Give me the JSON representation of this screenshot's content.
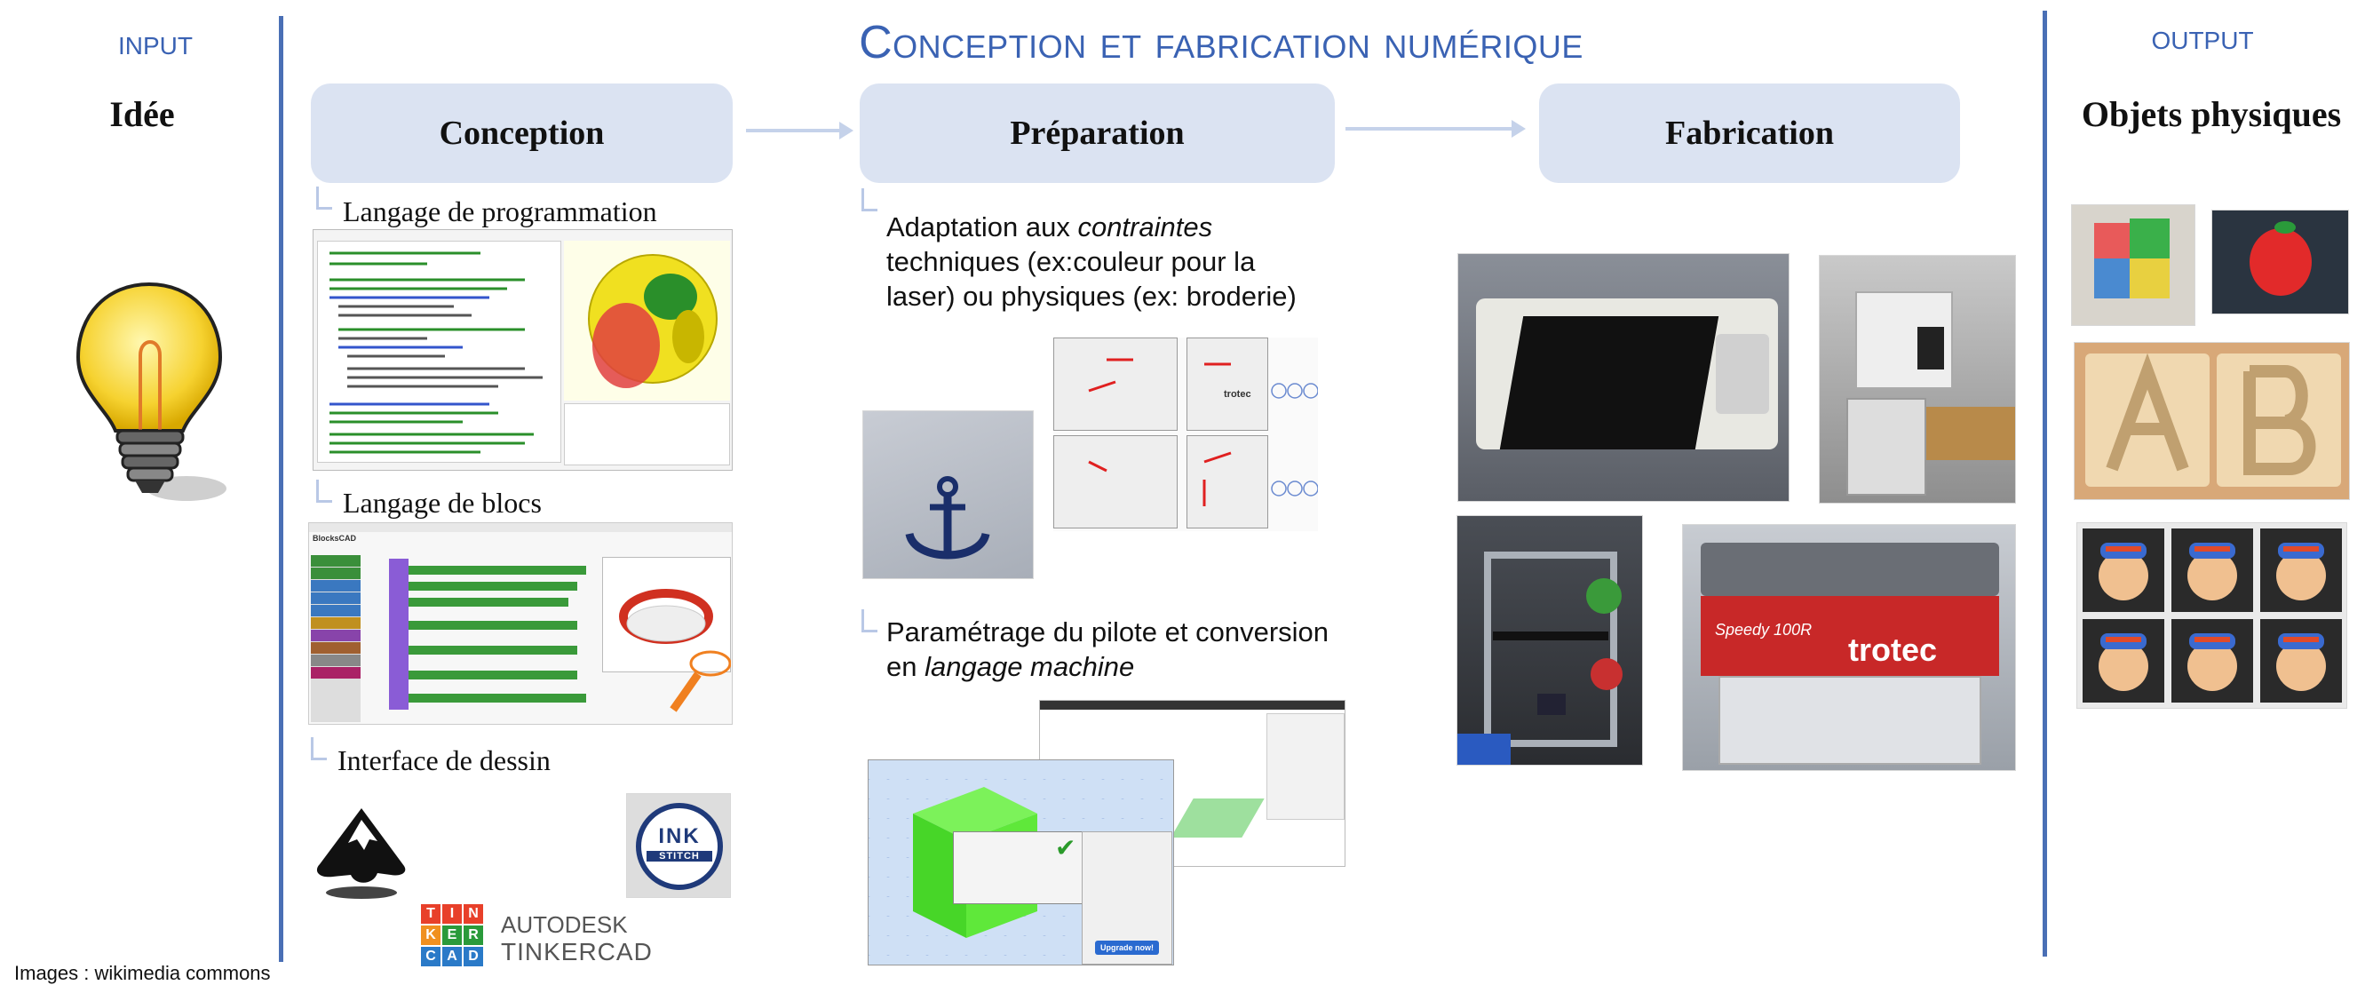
{
  "title": {
    "text": "Conception et fabrication numérique"
  },
  "input": {
    "header": "INPUT",
    "title": "Idée"
  },
  "output": {
    "header": "OUTPUT",
    "title": "Objets physiques"
  },
  "steps": [
    {
      "label": "Conception"
    },
    {
      "label": "Préparation"
    },
    {
      "label": "Fabrication"
    }
  ],
  "conception": {
    "sub1": "Langage de programmation",
    "sub2": "Langage de blocs",
    "sub3": "Interface de dessin",
    "inkstitch_line1": "INK",
    "inkstitch_line2": "STITCH",
    "tinkercad_letters": [
      "T",
      "I",
      "N",
      "K",
      "E",
      "R",
      "C",
      "A",
      "D"
    ],
    "autodesk": "AUTODESK",
    "tinkercad": "TINKERCAD",
    "blockscad": "BlocksCAD"
  },
  "preparation": {
    "para1_a": "Adaptation aux ",
    "para1_b": "contraintes",
    "para1_c": "techniques (ex:couleur pour la",
    "para1_d": "laser) ou physiques (ex: broderie)",
    "para2_a": "Paramétrage du pilote et conversion",
    "para2_b": "en ",
    "para2_c": "langage machine",
    "upgrade": "Upgrade now!",
    "trotec_small": "trotec"
  },
  "fabrication": {
    "speedy": "Speedy 100R",
    "trotec": "trotec"
  },
  "credit": "Images : wikimedia commons",
  "colors": {
    "accent": "#3a62b3",
    "step_bg": "#dbe3f2",
    "separator": "#4a6fb5"
  }
}
